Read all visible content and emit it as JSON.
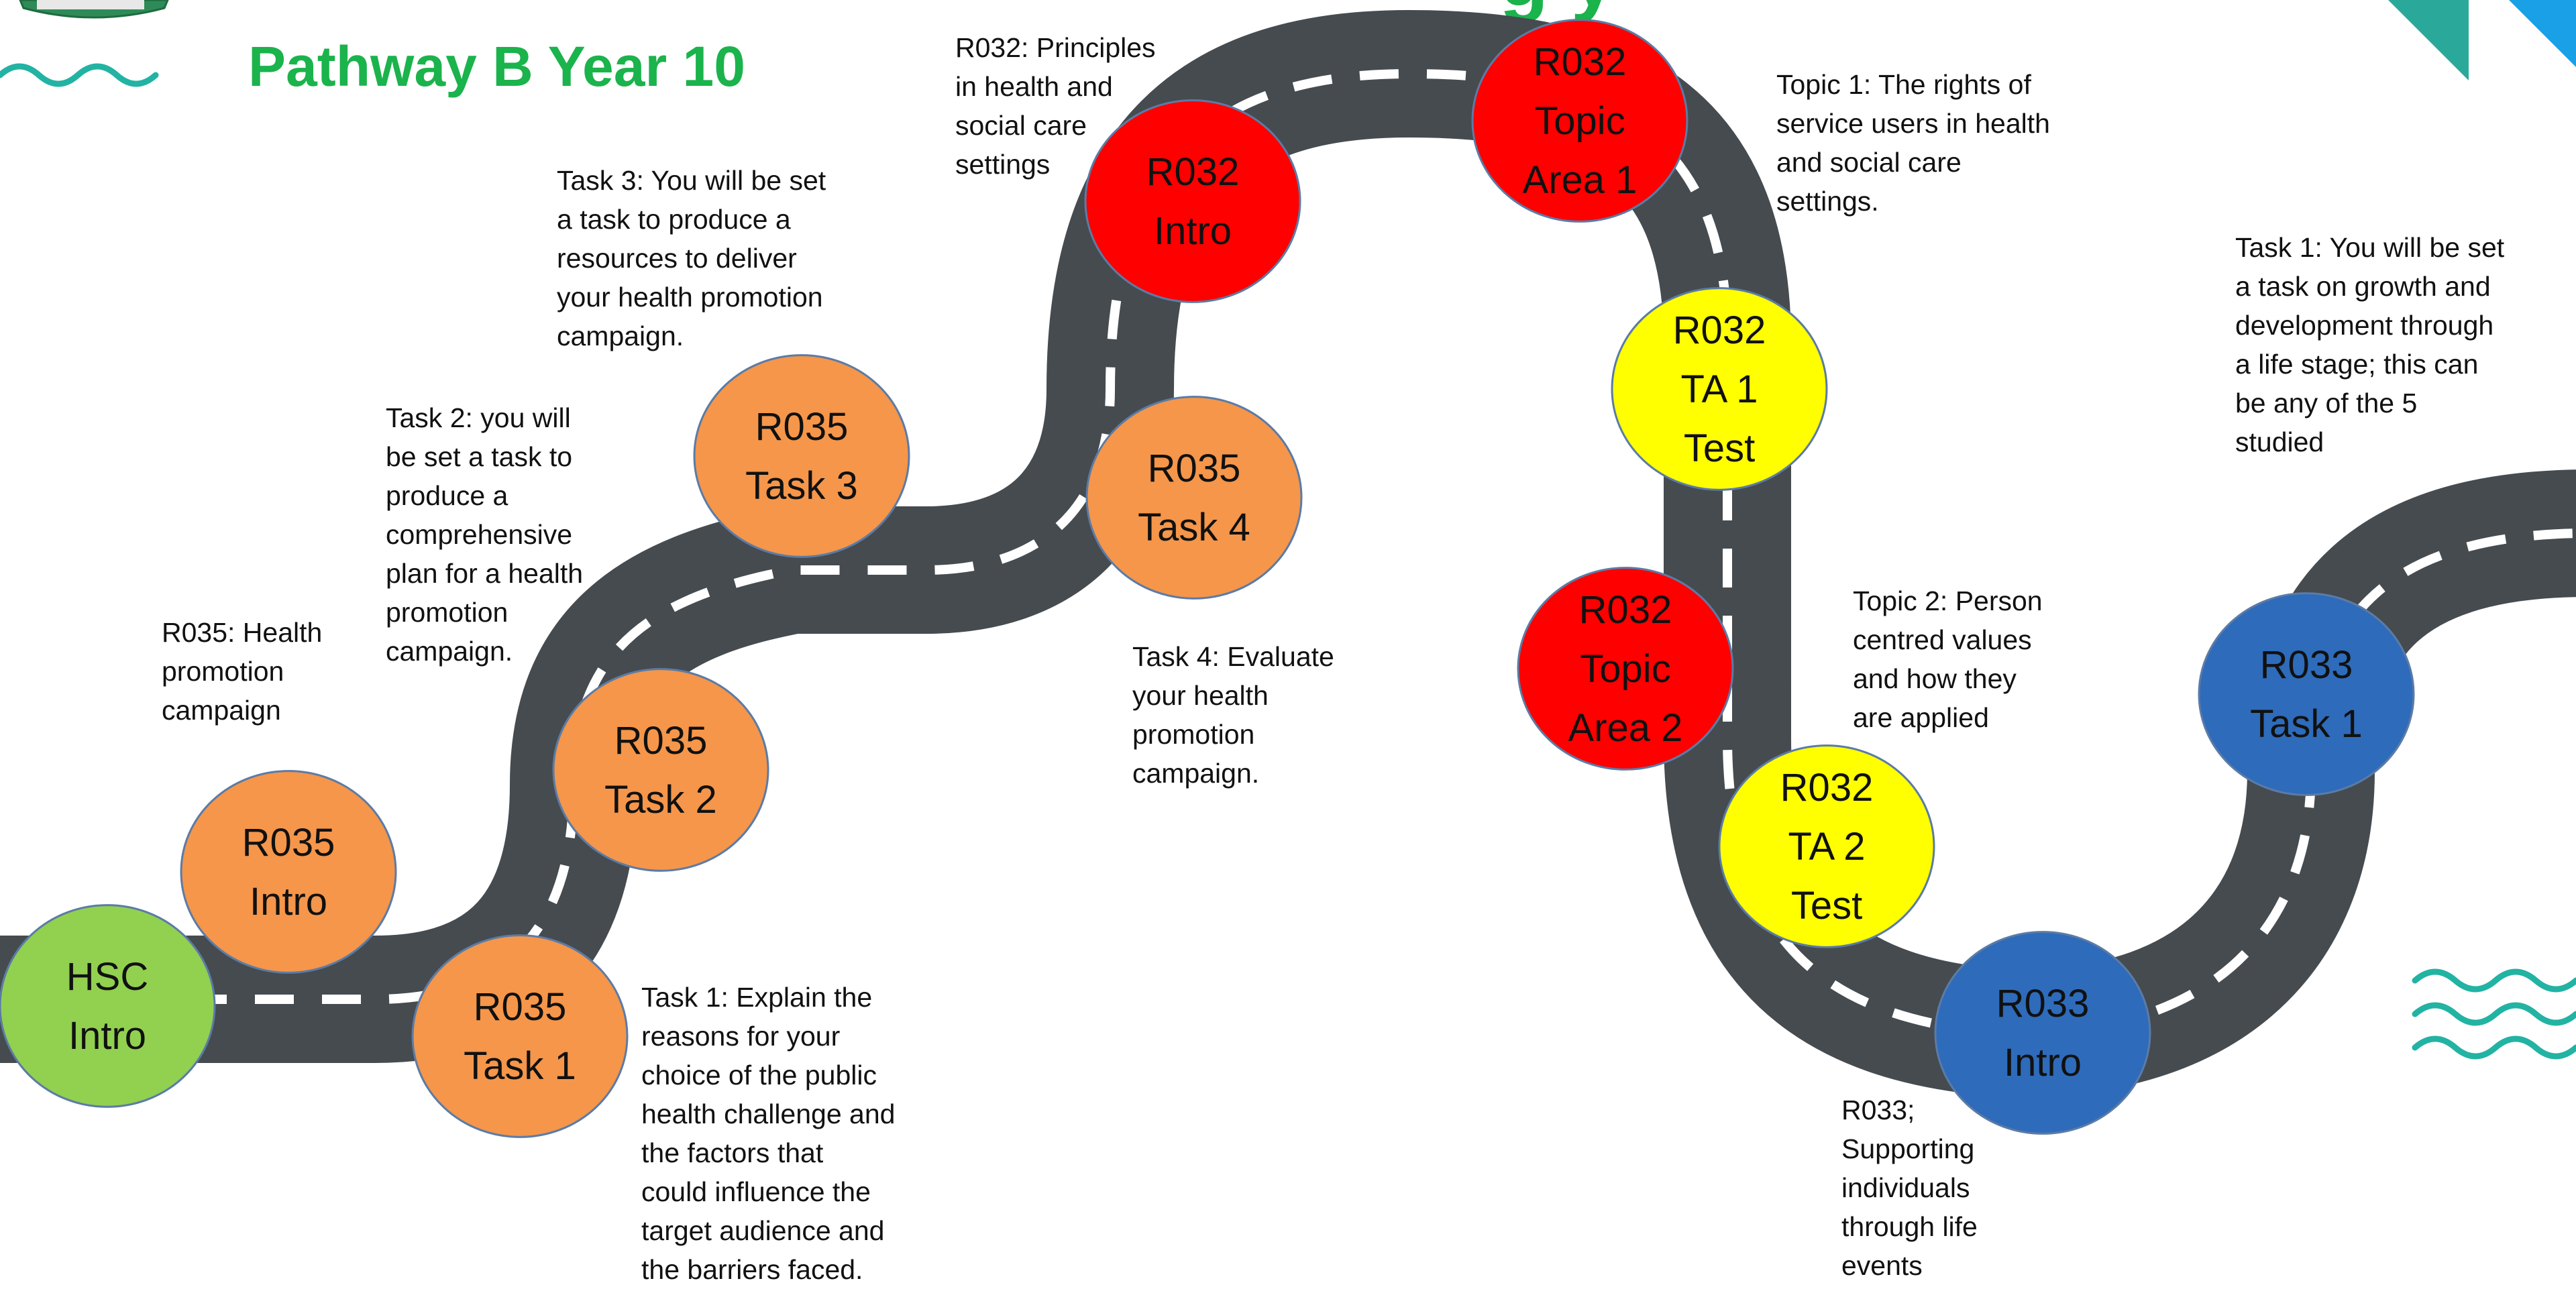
{
  "page": {
    "title": "Pathway B Year 10",
    "top_title_fragment": "g      y"
  },
  "colors": {
    "title_green": "#1bb34c",
    "road": "#454b4f",
    "road_marking": "#ffffff",
    "orange": "#f5964a",
    "red": "#ff0000",
    "yellow": "#ffff00",
    "blue": "#2e6bba",
    "green": "#92d050",
    "wave_teal": "#22b3a3",
    "corner_blue": "#1aa0e6",
    "corner_teal": "#2aa99a"
  },
  "nodes": [
    {
      "id": "hsc-intro",
      "lines": [
        "HSC",
        "Intro"
      ],
      "color": "green"
    },
    {
      "id": "r035-intro",
      "lines": [
        "R035",
        "Intro"
      ],
      "color": "orange"
    },
    {
      "id": "r035-task-1",
      "lines": [
        "R035",
        "Task 1"
      ],
      "color": "orange"
    },
    {
      "id": "r035-task-2",
      "lines": [
        "R035",
        "Task 2"
      ],
      "color": "orange"
    },
    {
      "id": "r035-task-3",
      "lines": [
        "R035",
        "Task 3"
      ],
      "color": "orange"
    },
    {
      "id": "r035-task-4",
      "lines": [
        "R035",
        "Task 4"
      ],
      "color": "orange"
    },
    {
      "id": "r032-intro",
      "lines": [
        "R032",
        "Intro"
      ],
      "color": "red"
    },
    {
      "id": "r032-topic-area-1",
      "lines": [
        "R032",
        "Topic",
        "Area 1"
      ],
      "color": "red"
    },
    {
      "id": "r032-ta1-test",
      "lines": [
        "R032",
        "TA 1",
        "Test"
      ],
      "color": "yellow"
    },
    {
      "id": "r032-topic-area-2",
      "lines": [
        "R032",
        "Topic",
        "Area 2"
      ],
      "color": "red"
    },
    {
      "id": "r032-ta2-test",
      "lines": [
        "R032",
        "TA 2",
        "Test"
      ],
      "color": "yellow"
    },
    {
      "id": "r033-intro",
      "lines": [
        "R033",
        "Intro"
      ],
      "color": "blue"
    },
    {
      "id": "r033-task-1",
      "lines": [
        "R033",
        "Task 1"
      ],
      "color": "blue"
    }
  ],
  "descriptions": {
    "r035_health": "R035: Health\npromotion\ncampaign",
    "task2": "Task 2: you will\nbe set a task to\nproduce a\ncomprehensive\nplan for a health\npromotion\ncampaign.",
    "task3": "Task 3: You will be set\na task to produce a\nresources to deliver\nyour health promotion\ncampaign.",
    "task1_r035": "Task 1: Explain the\nreasons for your\nchoice of the public\nhealth challenge and\nthe factors that\ncould influence the\ntarget audience and\nthe barriers faced.",
    "r032_principles": "R032: Principles\nin health and\nsocial care\nsettings",
    "task4": "Task 4: Evaluate\nyour health\npromotion\ncampaign.",
    "topic1": "Topic 1: The rights of\nservice users in health\nand social care\nsettings.",
    "topic2": "Topic 2: Person\ncentred values\nand how they\nare applied",
    "r033_supporting": "R033;\nSupporting\nindividuals\nthrough life\nevents",
    "task1_r033": "Task 1: You will be set\na task on growth and\ndevelopment through\na life stage; this can\nbe any of the 5\nstudied"
  }
}
